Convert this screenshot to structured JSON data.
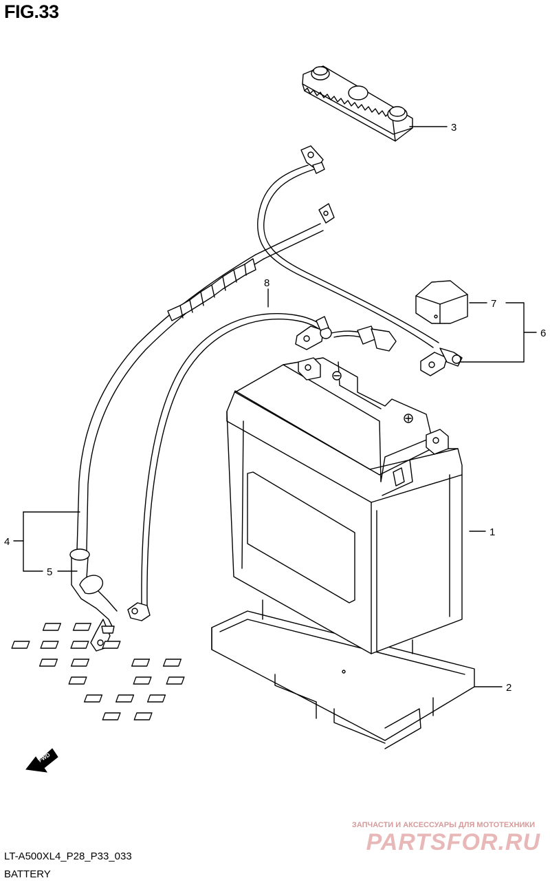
{
  "figure": {
    "title": "FIG.33",
    "code": "LT-A500XL4_P28_P33_033",
    "caption": "BATTERY"
  },
  "callouts": [
    "1",
    "2",
    "3",
    "4",
    "5",
    "6",
    "7",
    "8"
  ],
  "fwd_label": "FWD",
  "watermark": {
    "tagline": "ЗАПЧАСТИ И АКСЕССУАРЫ ДЛЯ МОТОТЕХНИКИ",
    "logo": "PARTSFOR.RU"
  },
  "colors": {
    "line": "#000000",
    "watermark": "#e8b8b8"
  }
}
